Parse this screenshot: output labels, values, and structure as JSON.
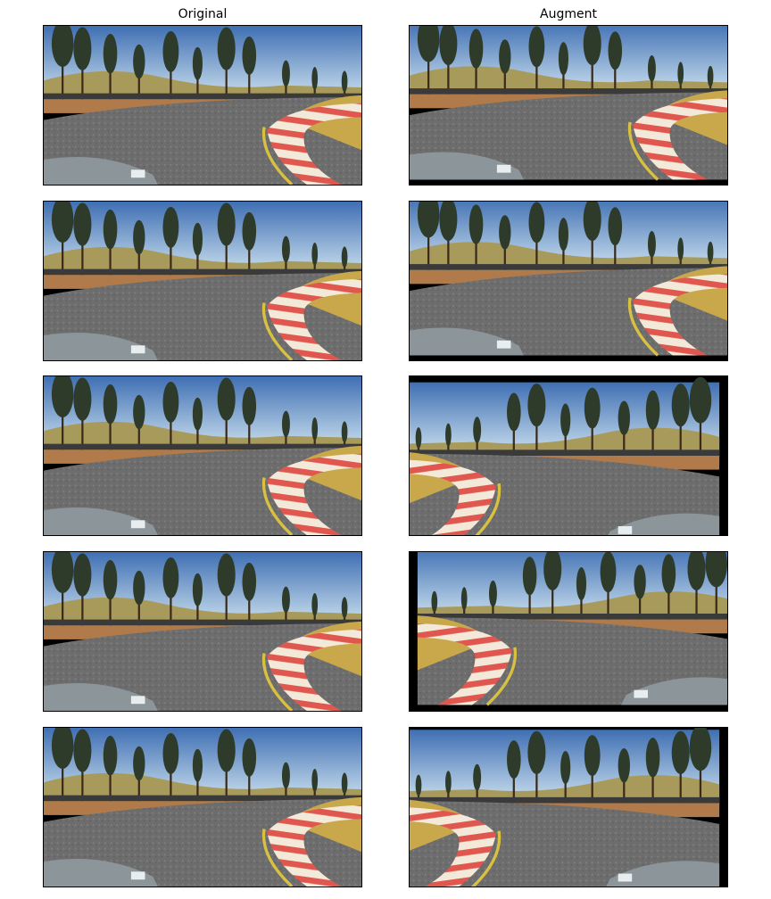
{
  "columns": [
    "Original",
    "Augment"
  ],
  "rows": [
    {
      "augment": {
        "shift": "down",
        "flip": false,
        "pad": "bottom"
      }
    },
    {
      "augment": {
        "shift": "down",
        "flip": false,
        "pad": "bottom"
      }
    },
    {
      "augment": {
        "shift": "top-left",
        "flip": true,
        "pad": "top-right"
      }
    },
    {
      "augment": {
        "shift": "left",
        "flip": true,
        "pad": "left-bottom"
      }
    },
    {
      "augment": {
        "shift": "right",
        "flip": true,
        "pad": "right"
      }
    }
  ],
  "colors": {
    "sky_top": "#3f6fb3",
    "sky_bottom": "#cfe3f0",
    "asphalt": "#6d6d6d",
    "kerb_red": "#e0574f",
    "kerb_white": "#f3e9d9",
    "grass": "#c8a84a",
    "hills": "#a89a5a",
    "tree": "#2e3b2a",
    "hood": "#8c969a",
    "pad": "#000000"
  }
}
